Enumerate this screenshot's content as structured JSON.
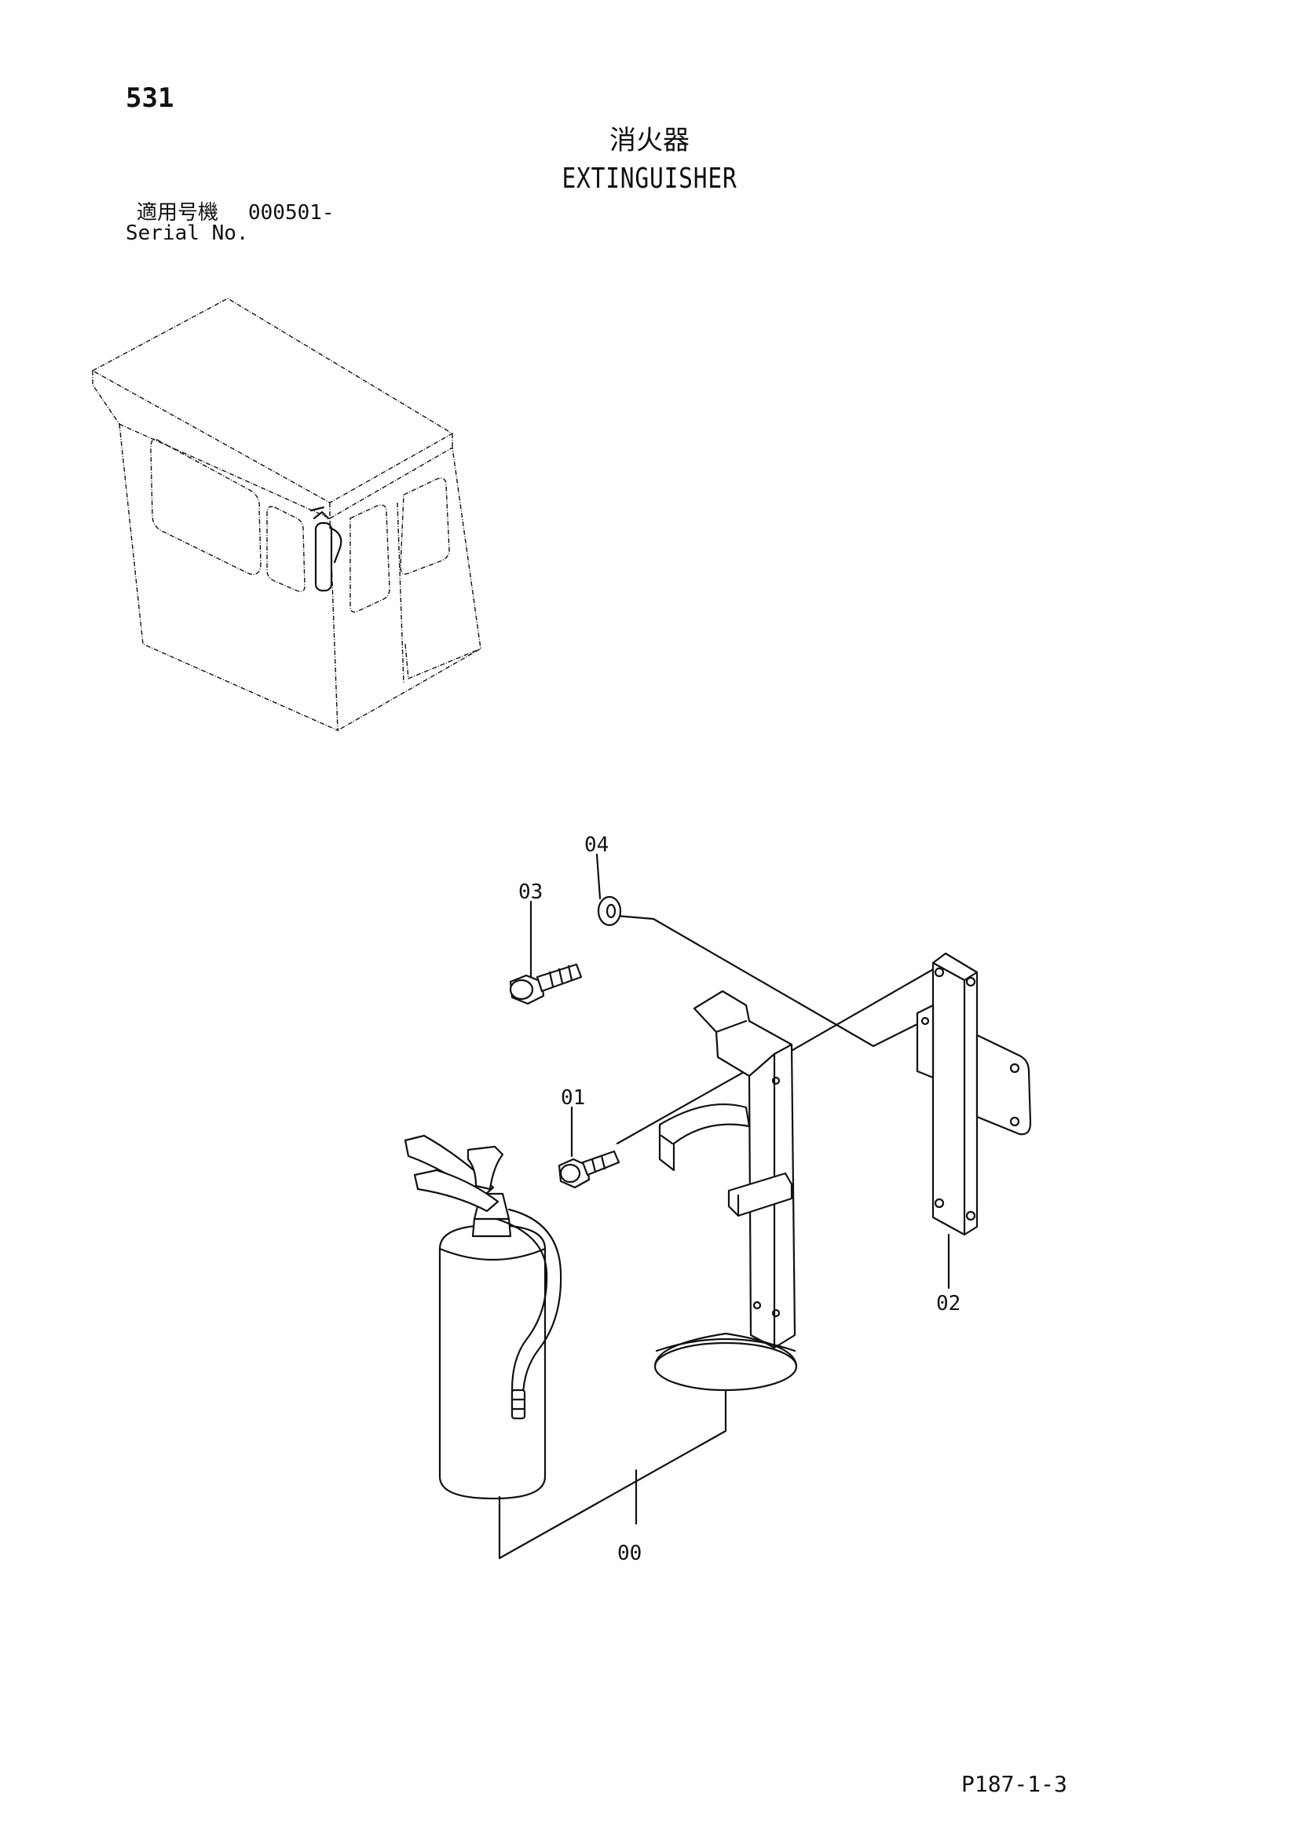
{
  "page_number": "531",
  "title_jp": "消火器",
  "title_en": "EXTINGUISHER",
  "serial": {
    "label_jp": "適用号機",
    "value": "000501-",
    "label_en": "Serial No."
  },
  "callouts": [
    "00",
    "01",
    "02",
    "03",
    "04"
  ],
  "page_code": "P187-1-3"
}
